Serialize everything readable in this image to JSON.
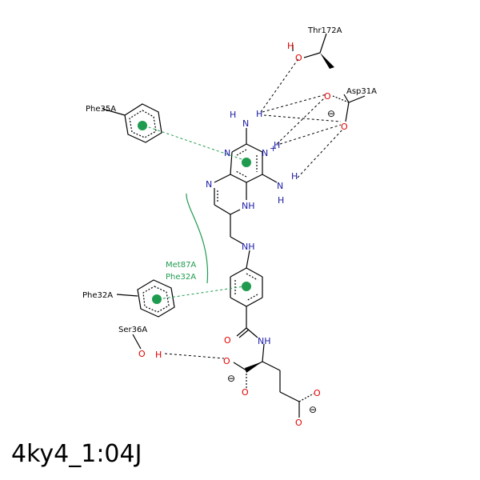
{
  "caption": "4ky4_1:04J",
  "residues": {
    "thr172": "Thr172A",
    "asp31": "Asp31A",
    "phe35": "Phe35A",
    "met87": "Met87A",
    "phe32_inner": "Phe32A",
    "phe32": "Phe32A",
    "ser36": "Ser36A"
  },
  "atoms": {
    "h_thr": "H",
    "o_thr": "O",
    "o_asp1": "O",
    "o_asp2": "O",
    "minus_asp": "⊖",
    "h_nh2top": "H",
    "n_nh2top": "N",
    "h2_nh2top": "H",
    "n_ring1": "N",
    "n_ring2": "N",
    "nplus_h": "H",
    "n_ring3": "N",
    "n_nh2bot": "N",
    "h_nh2bot": "H",
    "h2_nh2bot": "H",
    "nh_ring": "NH",
    "nh_link": "NH",
    "o_amide": "O",
    "nh_amide": "NH",
    "o_ser": "O",
    "h_ser": "H",
    "o_carb1": "O",
    "o_carb1b": "O",
    "minus_carb1": "⊖",
    "o_carb2": "O",
    "o_carb2b": "O",
    "minus_carb2": "⊖"
  },
  "colors": {
    "hbond": "#000000",
    "pistack": "#1f9b4f",
    "bond": "#000000",
    "nitrogen": "#1a1aa6",
    "oxygen": "#e00000"
  }
}
